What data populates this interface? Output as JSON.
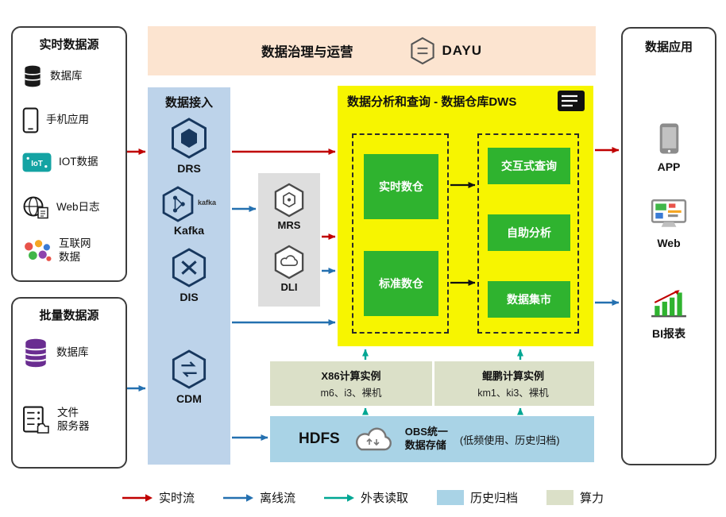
{
  "banner": {
    "title": "数据治理与运营",
    "product": "DAYU"
  },
  "realtime_sources": {
    "title": "实时数据源",
    "items": [
      {
        "label": "数据库",
        "icon": "database-icon"
      },
      {
        "label": "手机应用",
        "icon": "mobile-app-icon"
      },
      {
        "label": "IOT数据",
        "icon": "iot-icon"
      },
      {
        "label": "Web日志",
        "icon": "web-log-icon"
      },
      {
        "label": "互联网\n数据",
        "icon": "internet-data-icon"
      }
    ]
  },
  "batch_sources": {
    "title": "批量数据源",
    "items": [
      {
        "label": "数据库",
        "icon": "database-purple-icon"
      },
      {
        "label": "文件\n服务器",
        "icon": "file-server-icon"
      }
    ]
  },
  "data_access": {
    "title": "数据接入",
    "items": [
      {
        "label": "DRS"
      },
      {
        "label": "Kafka",
        "logo_text": "kafka"
      },
      {
        "label": "DIS"
      },
      {
        "label": "CDM"
      }
    ]
  },
  "processing": {
    "items": [
      {
        "label": "MRS"
      },
      {
        "label": "DLI"
      }
    ]
  },
  "dws": {
    "title": "数据分析和查询 - 数据仓库DWS",
    "left_boxes": [
      "实时数仓",
      "标准数仓"
    ],
    "right_boxes": [
      "交互式查询",
      "自助分析",
      "数据集市"
    ]
  },
  "applications": {
    "title": "数据应用",
    "items": [
      {
        "label": "APP"
      },
      {
        "label": "Web"
      },
      {
        "label": "BI报表"
      }
    ]
  },
  "compute": {
    "x86": {
      "title": "X86计算实例",
      "subtitle": "m6、i3、裸机"
    },
    "kunpeng": {
      "title": "鲲鹏计算实例",
      "subtitle": "km1、ki3、裸机"
    }
  },
  "storage": {
    "hdfs": "HDFS",
    "obs": "OBS统一\n数据存储",
    "note": "(低频使用、历史归档)"
  },
  "legend": {
    "realtime": "实时流",
    "offline": "离线流",
    "external": "外表读取",
    "archive": "历史归档",
    "compute": "算力"
  },
  "colors": {
    "realtime_flow": "#c00000",
    "offline_flow": "#2470b0",
    "external_read": "#00a693",
    "archive_bg": "#a9d3e6",
    "compute_bg": "#dbe0c8",
    "dws_bg": "#f7f500",
    "green_box": "#2fb32f",
    "access_bg": "#bdd3ea",
    "banner_bg": "#fce4d0"
  }
}
